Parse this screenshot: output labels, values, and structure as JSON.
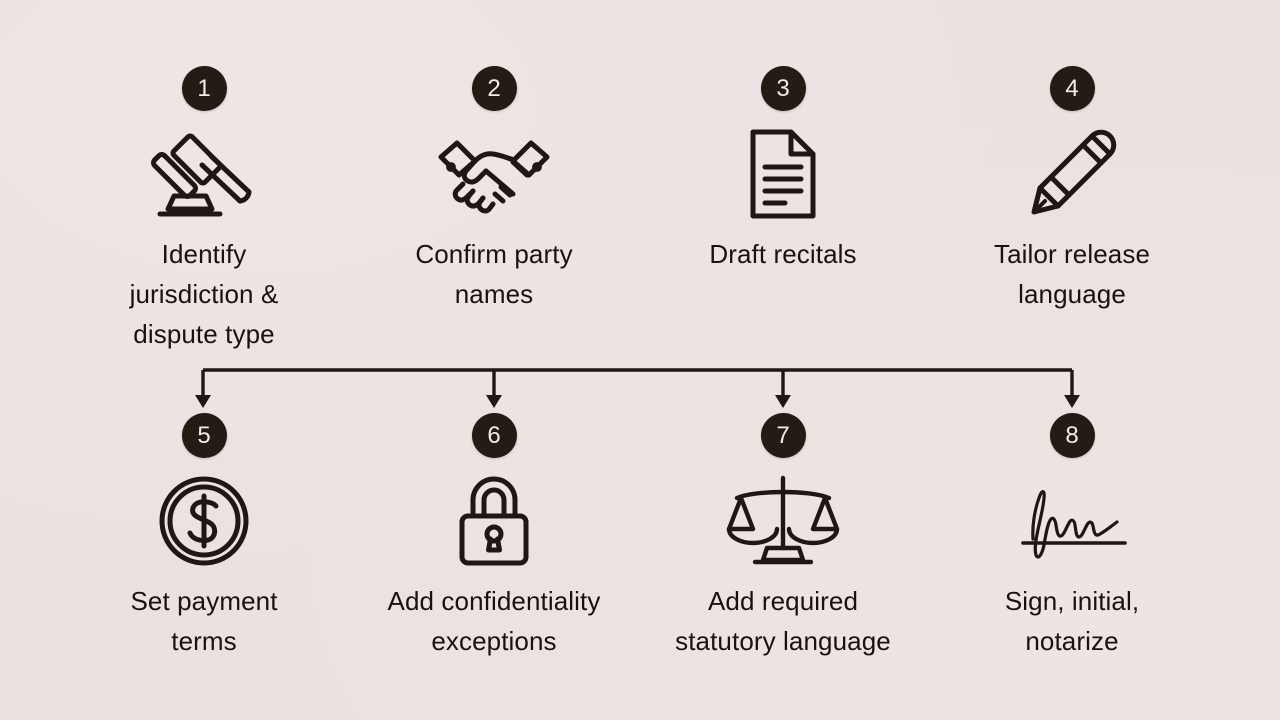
{
  "background_color": "#ebe2e0",
  "accent_color": "#241b15",
  "text_color": "#181210",
  "diagram": {
    "type": "numbered-step-flow",
    "rows": 2,
    "columns": 4,
    "connector": {
      "style": "horizontal-bus-with-down-arrows",
      "arrow_count": 4
    }
  },
  "steps": [
    {
      "number": "1",
      "icon": "gavel-icon",
      "label": "Identify\njurisdiction &\ndispute type"
    },
    {
      "number": "2",
      "icon": "handshake-icon",
      "label": "Confirm party\nnames"
    },
    {
      "number": "3",
      "icon": "document-icon",
      "label": "Draft recitals"
    },
    {
      "number": "4",
      "icon": "pencil-icon",
      "label": "Tailor release\nlanguage"
    },
    {
      "number": "5",
      "icon": "coin-dollar-icon",
      "label": "Set payment\nterms"
    },
    {
      "number": "6",
      "icon": "lock-icon",
      "label": "Add confidentiality\nexceptions"
    },
    {
      "number": "7",
      "icon": "scales-icon",
      "label": "Add required\nstatutory language"
    },
    {
      "number": "8",
      "icon": "signature-icon",
      "label": "Sign, initial,\nnotarize"
    }
  ]
}
